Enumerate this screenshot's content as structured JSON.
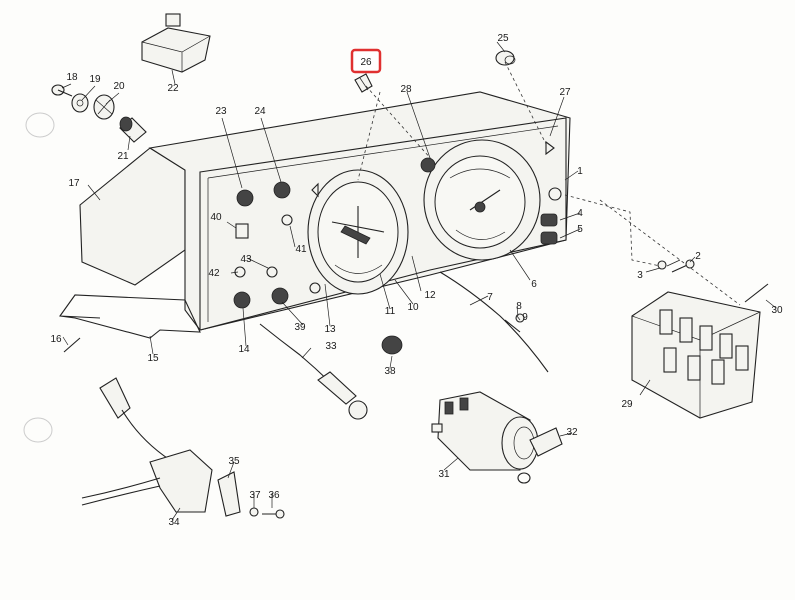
{
  "diagram": {
    "highlight_color": "#e03030",
    "highlighted_callout": "26",
    "callouts": [
      "1",
      "2",
      "3",
      "4",
      "5",
      "6",
      "7",
      "8",
      "9",
      "10",
      "11",
      "12",
      "13",
      "14",
      "15",
      "16",
      "17",
      "18",
      "19",
      "20",
      "21",
      "22",
      "23",
      "24",
      "25",
      "26",
      "27",
      "28",
      "29",
      "30",
      "31",
      "32",
      "33",
      "34",
      "35",
      "36",
      "37",
      "38",
      "39",
      "40",
      "41",
      "42",
      "43"
    ]
  }
}
